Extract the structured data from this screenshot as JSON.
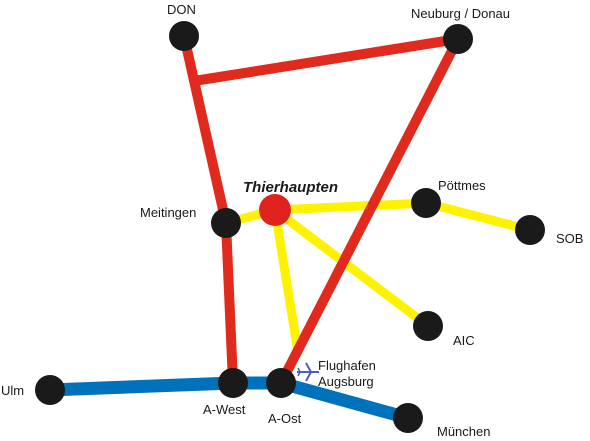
{
  "map": {
    "colors": {
      "road_red": "#e02a1e",
      "road_yellow": "#fff200",
      "road_blue": "#0072bc",
      "node": "#1a1a1a",
      "center_node": "#e0221c",
      "airport_icon": "#4b5cc4",
      "background": "#ffffff"
    },
    "places": {
      "don": "DON",
      "neuburg": "Neuburg / Donau",
      "thierhaupten": "Thierhaupten",
      "poettmes": "Pöttmes",
      "meitingen": "Meitingen",
      "sob": "SOB",
      "aic": "AIC",
      "ulm": "Ulm",
      "airport_line1": "Flughafen",
      "airport_line2": "Augsburg",
      "a_west": "A-West",
      "a_ost": "A-Ost",
      "muenchen": "München"
    },
    "icons": {
      "airport": "airplane-icon"
    }
  }
}
